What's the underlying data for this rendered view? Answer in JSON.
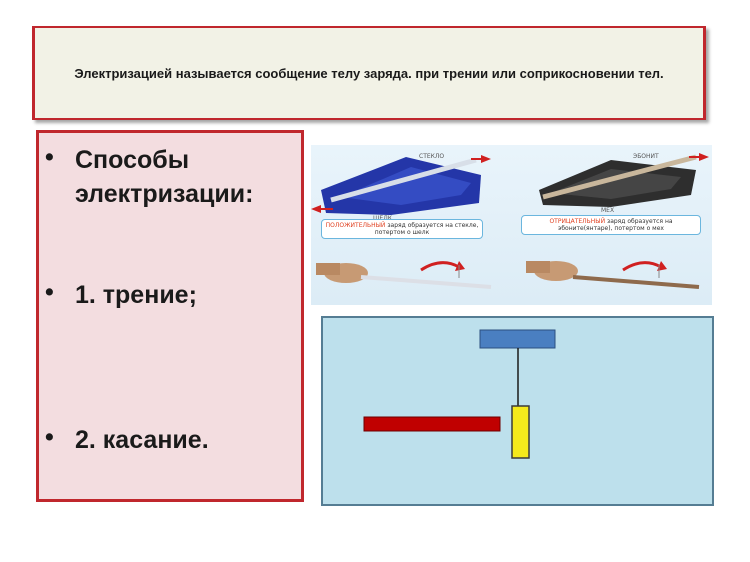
{
  "title": {
    "text": "Электризацией называется сообщение телу заряда. при трении или соприкосновении тел."
  },
  "methods": {
    "bullet_symbol": "•",
    "items": [
      "Способы электризации:",
      "1. трение;",
      "2. касание."
    ]
  },
  "photo": {
    "left_panel": {
      "top_label": "СТЕКЛО",
      "bottom_label": "ШЕЛК",
      "caption_highlight": "ПОЛОЖИТЕЛЬНЫЙ",
      "caption_rest": "заряд образуется на стекле, потертом о шелк"
    },
    "right_panel": {
      "top_label": "ЭБОНИТ",
      "bottom_label": "МЕХ",
      "caption_highlight": "ОТРИЦАТЕЛЬНЫЙ",
      "caption_rest": "заряд образуется на эбоните(янтаре), потертом о мех"
    }
  },
  "colors": {
    "title_border": "#c0272d",
    "diagram_background": "#bde0ec",
    "holder": "#4a7fc1",
    "rod": "#c00000",
    "hanging_body": "#f5ea1c"
  }
}
